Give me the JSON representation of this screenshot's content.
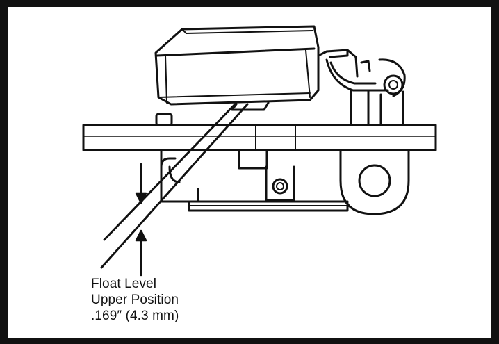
{
  "diagram": {
    "caption": {
      "line1": "Float Level",
      "line2": "Upper Position",
      "line3": ".169″ (4.3 mm)"
    }
  },
  "colors": {
    "ink": "#111111",
    "paper": "#ffffff"
  }
}
